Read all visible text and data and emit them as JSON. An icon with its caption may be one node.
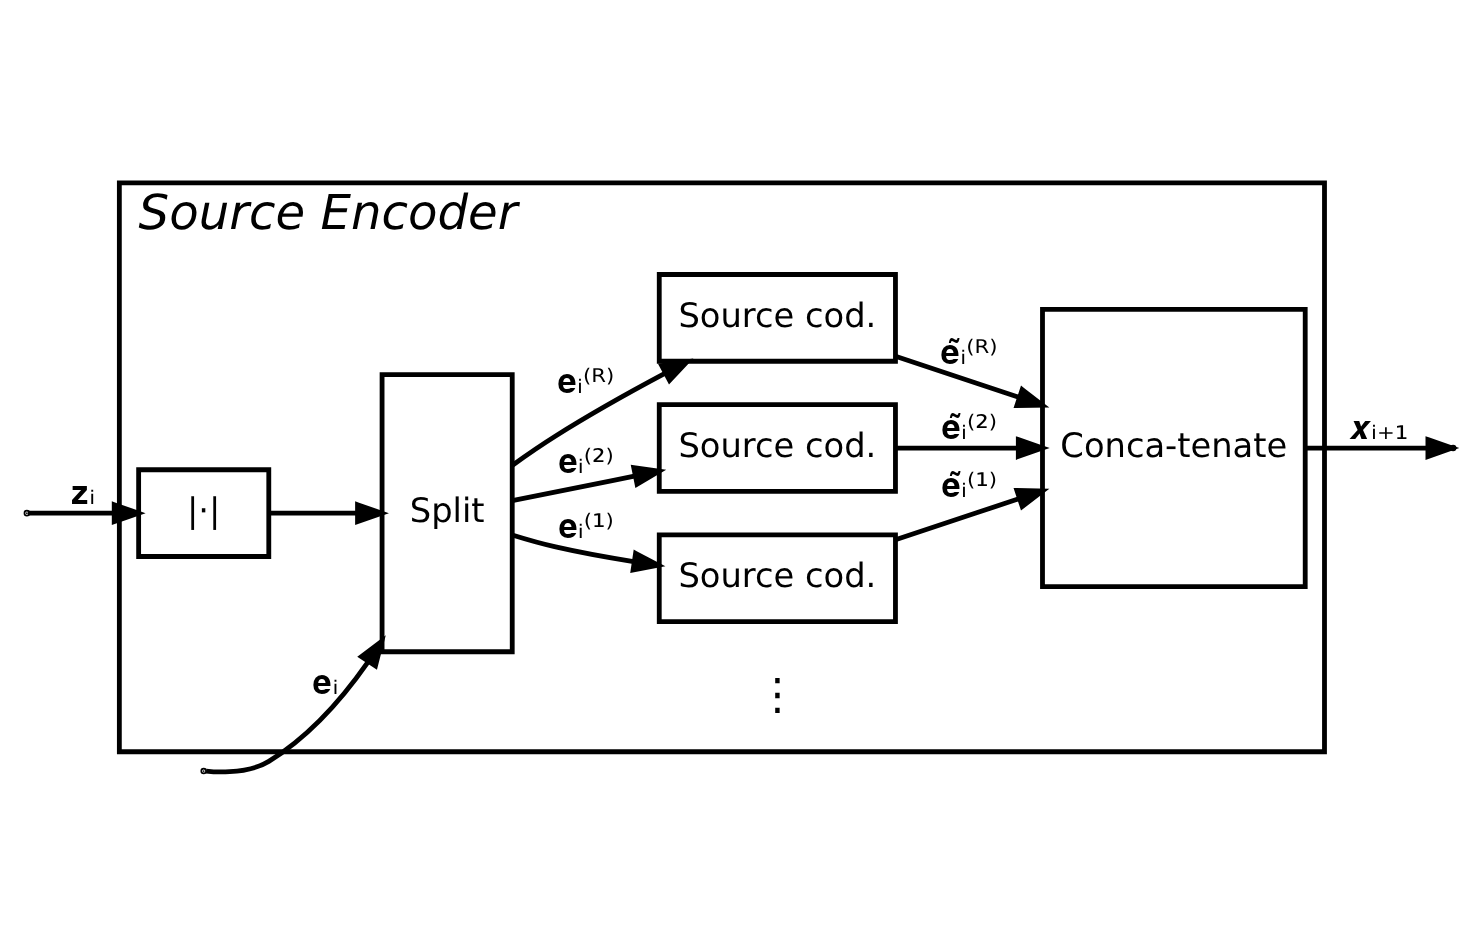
{
  "diagram": {
    "nodes": [
      {
        "text": [
          "Source Encoder"
        ]
      },
      {
        "text": [
          "Split"
        ],
        "in": 0
      },
      {
        "text": [
          "Source cod."
        ],
        "in": 0
      },
      {
        "text": [
          "Source cod."
        ],
        "in": 0
      },
      {
        "text": [
          "Source cod."
        ],
        "in": 0
      },
      {
        "text": [
          "Conca-tenate"
        ],
        "in": 0
      },
      {
        "text": [
          "|·|"
        ],
        "in": 0
      }
    ],
    "edges": [
      {
        "from": null,
        "to": 1,
        "arrow": "to",
        "label": "𝐞ᵢ"
      },
      {
        "from": null,
        "to": 6,
        "arrow": "to",
        "label": "𝐳ᵢ"
      },
      {
        "from": 6,
        "to": 1,
        "arrow": "to"
      },
      {
        "from": 1,
        "to": 2,
        "arrow": "to",
        "label": "𝐞ᵢ⁽¹⁾"
      },
      {
        "from": 1,
        "to": 3,
        "arrow": "to",
        "label": "𝐞ᵢ⁽²⁾"
      },
      {
        "from": 1,
        "to": 4,
        "arrow": "to",
        "label": "𝐞ᵢ⁽ᴿ⁾"
      },
      {
        "from": 2,
        "to": 5,
        "arrow": "to",
        "label": "𝐞̃ᵢ⁽¹⁾"
      },
      {
        "from": 3,
        "to": 5,
        "arrow": "to",
        "label": "𝐞̃ᵢ⁽²⁾"
      },
      {
        "from": 4,
        "to": 5,
        "arrow": "to",
        "label": "𝐞̃ᵢ⁽ᴿ⁾"
      },
      {
        "from": 5,
        "to": null,
        "arrow": "to",
        "label": "𝒙ᵢ₊₁"
      }
    ],
    "labels": [
      "⋮"
    ]
  }
}
